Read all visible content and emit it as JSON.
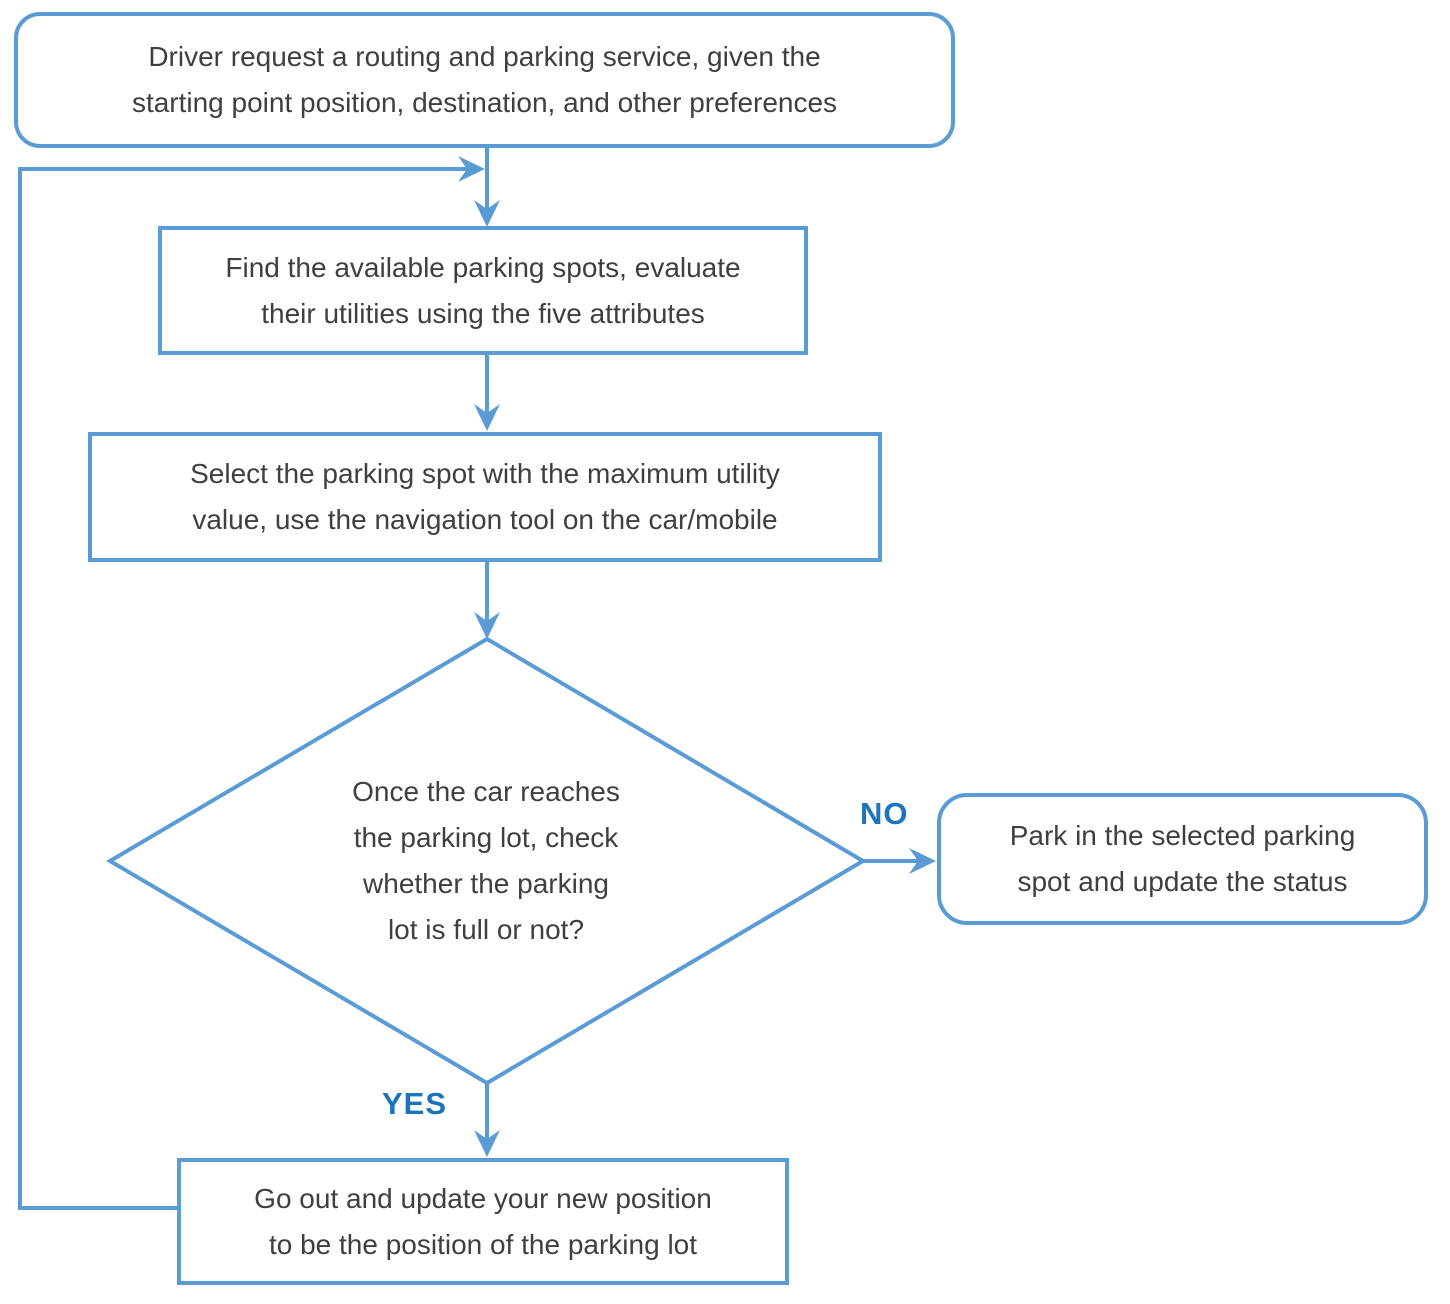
{
  "diagram": {
    "type": "flowchart",
    "colors": {
      "accent": "#5b9bd5",
      "branch_label": "#1b74bc",
      "node_text": "#3f3f3f"
    },
    "nodes": [
      {
        "id": "start",
        "shape": "rounded-rectangle",
        "text": "Driver request a routing and parking service, given the starting point position, destination, and other preferences",
        "lines": [
          "Driver request a routing and parking service, given the",
          "starting point position,  destination,  and other preferences"
        ]
      },
      {
        "id": "find-spots",
        "shape": "rectangle",
        "text": "Find the available parking spots, evaluate their utilities using the five attributes",
        "lines": [
          "Find the available parking spots,  evaluate",
          "their utilities using the five attributes"
        ]
      },
      {
        "id": "select-spot",
        "shape": "rectangle",
        "text": "Select the parking spot with the maximum utility value, use the navigation tool on the car/mobile",
        "lines": [
          "Select the parking spot with the maximum utility",
          "value, use the navigation tool on the car/mobile"
        ]
      },
      {
        "id": "check-full",
        "shape": "diamond",
        "text": "Once the car reaches the parking lot, check whether the parking lot is full or not?",
        "lines": [
          "Once the car reaches",
          "the parking lot, check",
          "whether the parking",
          "lot is full or not?"
        ]
      },
      {
        "id": "park",
        "shape": "rounded-rectangle",
        "text": "Park in the selected parking spot and update the status",
        "lines": [
          "Park in the selected parking",
          "spot and update the status"
        ]
      },
      {
        "id": "go-out",
        "shape": "rectangle",
        "text": "Go out and update your new position to be the position of the parking lot",
        "lines": [
          "Go out  and update your new position",
          "to be the position of the parking lot"
        ]
      }
    ],
    "edges": {
      "no_label": "NO",
      "yes_label": "YES"
    }
  }
}
